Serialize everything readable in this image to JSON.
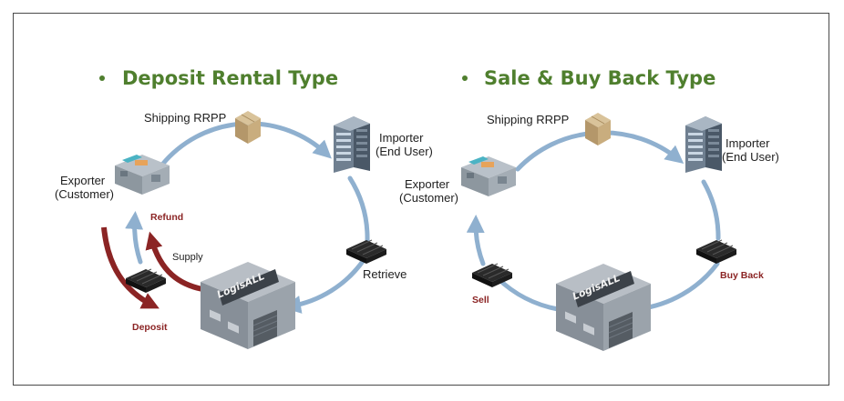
{
  "left": {
    "title": "Deposit Rental Type",
    "shipping": "Shipping RRPP",
    "importer_line1": "Importer",
    "importer_line2": "(End User)",
    "exporter_line1": "Exporter",
    "exporter_line2": "(Customer)",
    "refund": "Refund",
    "supply": "Supply",
    "deposit": "Deposit",
    "retrieve": "Retrieve",
    "logo": "LogisALL"
  },
  "right": {
    "title": "Sale & Buy Back Type",
    "shipping": "Shipping RRPP",
    "importer_line1": "Importer",
    "importer_line2": "(End User)",
    "exporter_line1": "Exporter",
    "exporter_line2": "(Customer)",
    "sell": "Sell",
    "buy_back": "Buy Back",
    "logo": "LogisALL"
  },
  "colors": {
    "title_green": "#4f7f2e",
    "cycle_blue": "#8fb0cf",
    "arrow_red": "#8b2424",
    "label_red": "#8b2424"
  }
}
